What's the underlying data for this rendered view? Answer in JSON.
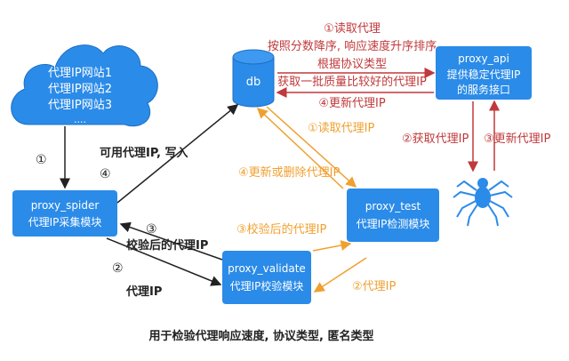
{
  "nodes": {
    "cloud": {
      "lines": [
        "代理IP网站1",
        "代理IP网站2",
        "代理IP网站3",
        "...."
      ]
    },
    "db": {
      "label": "db"
    },
    "spider": {
      "line1": "proxy_spider",
      "line2": "代理IP采集模块"
    },
    "validate": {
      "line1": "proxy_validate",
      "line2": "代理IP校验模块"
    },
    "test": {
      "line1": "proxy_test",
      "line2": "代理IP检测模块"
    },
    "api": {
      "line1": "proxy_api",
      "line2": "提供稳定代理IP",
      "line3": "的服务接口"
    }
  },
  "edges": {
    "cloud_to_spider": "①",
    "spider_to_db_num": "④",
    "spider_to_db": "可用代理IP, 写入",
    "validate_to_spider_num": "③",
    "validate_to_spider": "校验后的代理IP",
    "spider_to_validate_num": "②",
    "spider_to_validate": "代理IP",
    "api_read": [
      "①读取代理",
      "按照分数降序, 响应速度升序排序",
      "根据协议类型",
      "获取一批质量比较好的代理IP"
    ],
    "api_update": "④更新代理IP",
    "test_read": "①读取代理IP",
    "test_update": "④更新或删除代理IP",
    "validate_to_test": "③校验后的代理IP",
    "test_to_validate": "②代理IP",
    "api_get": "②获取代理IP",
    "api_set": "③更新代理IP"
  },
  "caption": "用于检验代理响应速度, 协议类型, 匿名类型",
  "colors": {
    "box": "#2b8be8",
    "box_text": "#ffffff",
    "orange": "#f0a030",
    "red": "#c0393b",
    "dark": "#222222"
  }
}
